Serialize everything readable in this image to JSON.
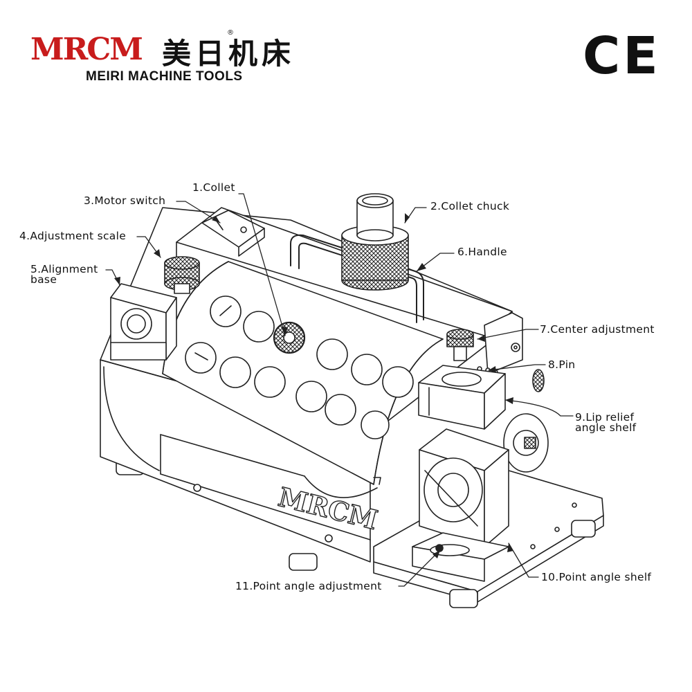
{
  "brand": {
    "logo_text": "MRCM",
    "chinese_name": "美日机床",
    "registered_mark": "®",
    "english_name": "MEIRI MACHINE TOOLS",
    "color": "#c81c1c"
  },
  "certification": {
    "mark": "CE"
  },
  "machine": {
    "body_logo": "MRCM"
  },
  "callouts": {
    "collet": "1.Collet",
    "collet_chuck": "2.Collet chuck",
    "motor_switch": "3.Motor switch",
    "adjustment_scale": "4.Adjustment scale",
    "alignment_base_line1": "5.Alignment",
    "alignment_base_line2": "base",
    "handle": "6.Handle",
    "center_adjustment": "7.Center adjustment",
    "pin": "8.Pin",
    "lip_relief_line1": "9.Lip relief",
    "lip_relief_line2": "angle shelf",
    "point_angle_shelf": "10.Point angle shelf",
    "point_angle_adjustment": "11.Point angle adjustment"
  }
}
